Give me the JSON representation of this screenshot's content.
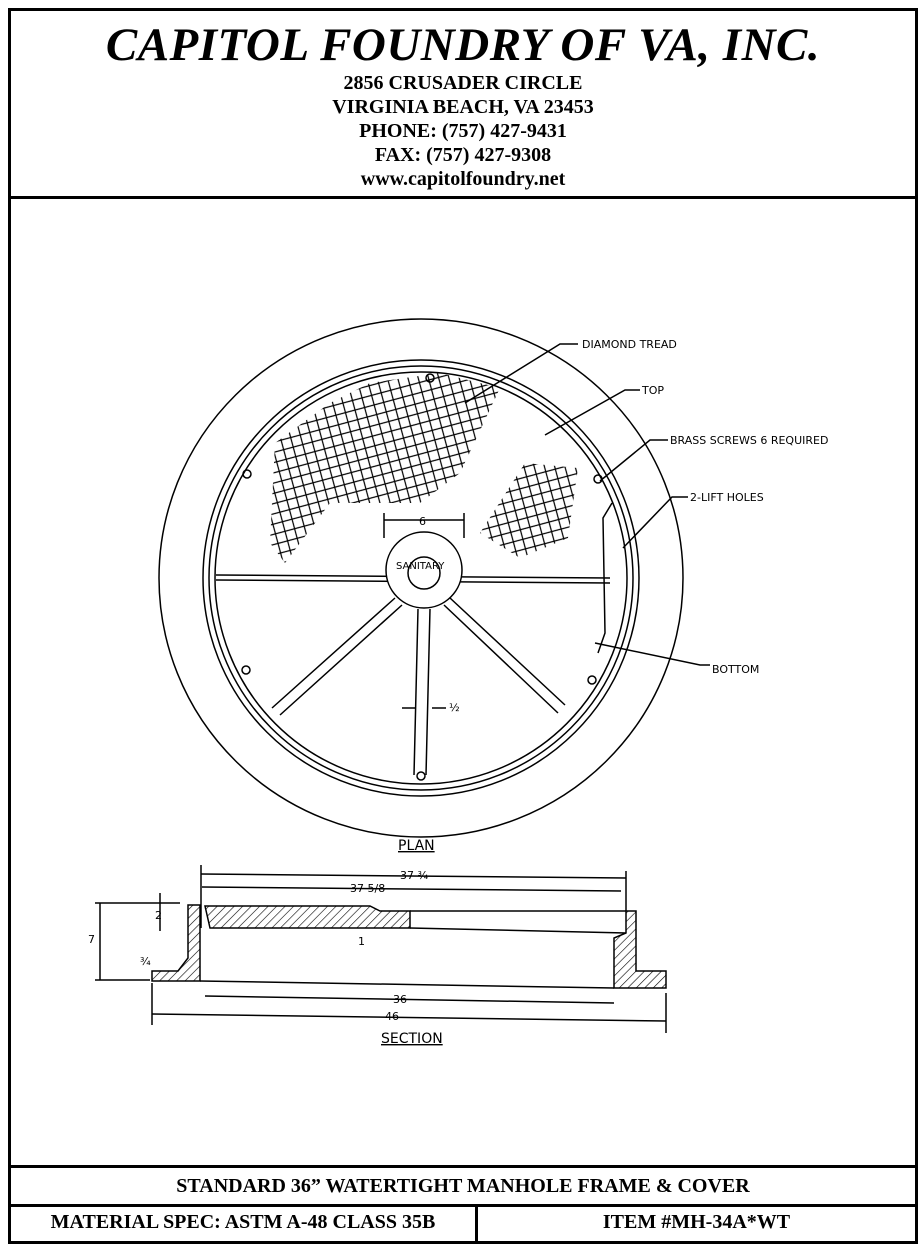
{
  "header": {
    "company": "CAPITOL FOUNDRY OF VA, INC.",
    "address1": "2856 CRUSADER CIRCLE",
    "address2": "VIRGINIA BEACH, VA 23453",
    "phone": "PHONE: (757) 427-9431",
    "fax": "FAX: (757) 427-9308",
    "website": "www.capitolfoundry.net"
  },
  "drawing": {
    "plan_labels": {
      "diamond_tread": "DIAMOND TREAD",
      "top": "TOP",
      "brass_screws": "BRASS SCREWS 6 REQUIRED",
      "lift_holes": "2-LIFT HOLES",
      "bottom": "BOTTOM",
      "sanitary": "SANITARY",
      "dim_6": "6",
      "dim_half": "½"
    },
    "plan_title": "PLAN",
    "section_title": "SECTION",
    "section_dims": {
      "d37_3_4": "37 ¾",
      "d37_5_8": "37 5/8",
      "d2": "2",
      "d7": "7",
      "d3_4": "¾",
      "d1": "1",
      "d36": "36",
      "d46": "46"
    }
  },
  "footer": {
    "title": "STANDARD 36” WATERTIGHT MANHOLE FRAME & COVER",
    "material_spec": "MATERIAL SPEC:  ASTM A-48 CLASS 35B",
    "item": "ITEM #MH-34A*WT"
  }
}
